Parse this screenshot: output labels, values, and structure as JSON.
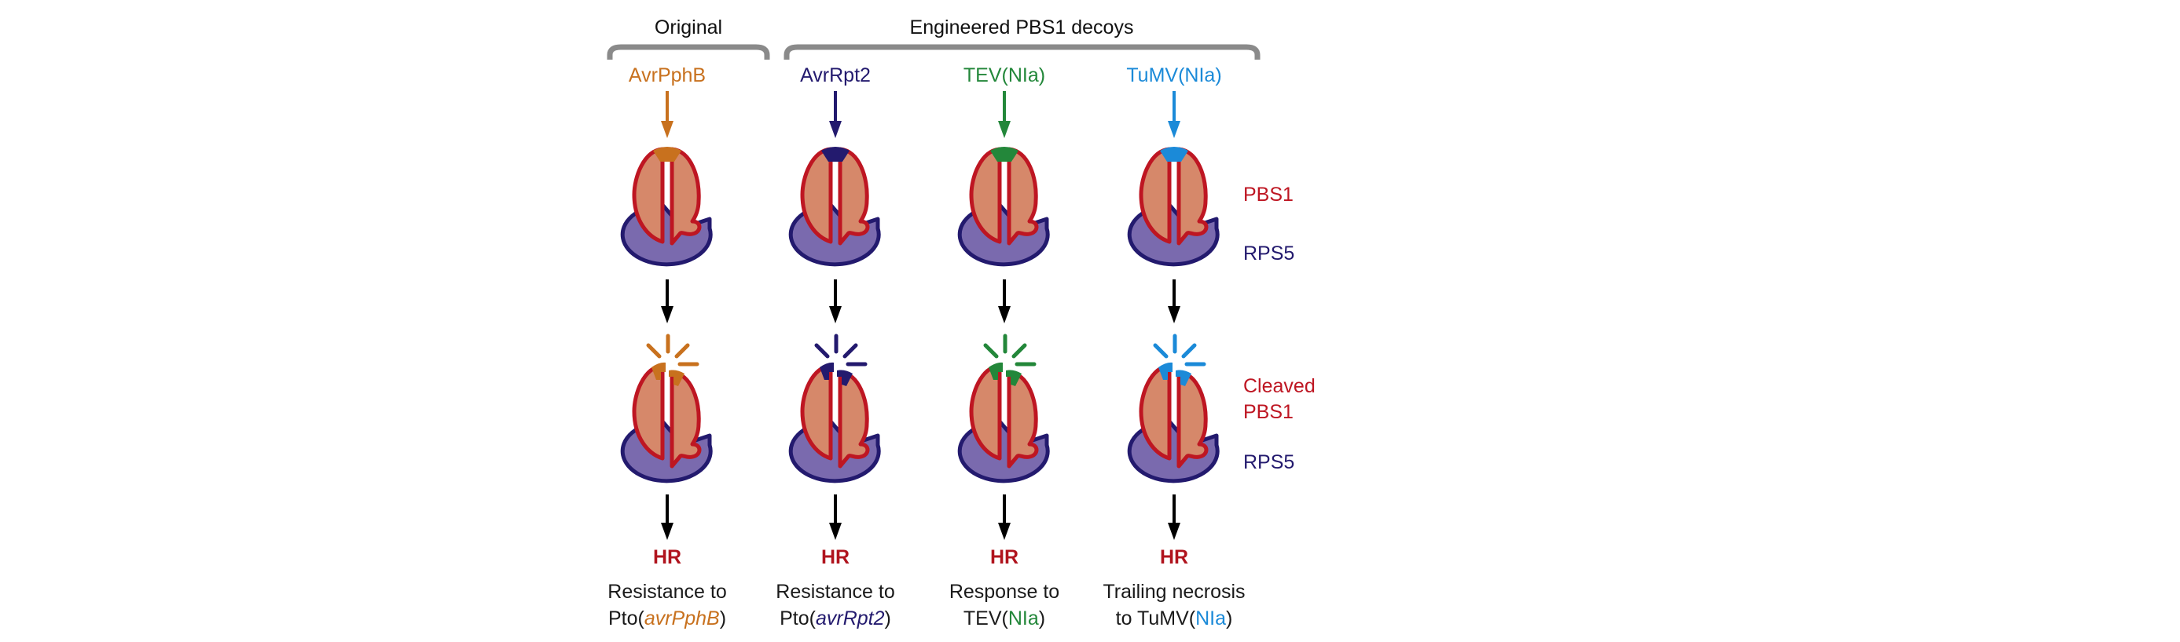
{
  "headers": {
    "original": "Original",
    "engineered": "Engineered PBS1 decoys"
  },
  "colors": {
    "pbs1_fill": "#D6886A",
    "pbs1_outline": "#BE1622",
    "rps5_fill": "#7A6AAE",
    "rps5_outline": "#231A6E",
    "bracket": "#8A8A8A",
    "arrow": "#000000",
    "hr": "#B0141E"
  },
  "side_labels": {
    "pbs1": "PBS1",
    "rps5_top": "RPS5",
    "cleaved_line1": "Cleaved",
    "cleaved_line2": "PBS1",
    "rps5_bottom": "RPS5"
  },
  "columns": [
    {
      "effector": "AvrPphB",
      "color": "#C8711E",
      "hr": "HR",
      "outcome_line1": "Resistance to",
      "outcome_line2_prefix": "Pto(",
      "outcome_line2_highlight": "avrPphB",
      "outcome_line2_suffix": ")",
      "highlight_italic": true
    },
    {
      "effector": "AvrRpt2",
      "color": "#231A6E",
      "hr": "HR",
      "outcome_line1": "Resistance to",
      "outcome_line2_prefix": "Pto(",
      "outcome_line2_highlight": "avrRpt2",
      "outcome_line2_suffix": ")",
      "highlight_italic": true
    },
    {
      "effector": "TEV(NIa)",
      "color": "#23873A",
      "hr": "HR",
      "outcome_line1": "Response to",
      "outcome_line2_prefix": "TEV(",
      "outcome_line2_highlight": "NIa",
      "outcome_line2_suffix": ")",
      "highlight_italic": false
    },
    {
      "effector": "TuMV(NIa)",
      "color": "#1B8AD8",
      "hr": "HR",
      "outcome_line1": "Trailing necrosis",
      "outcome_line2_prefix": "to TuMV(",
      "outcome_line2_highlight": "NIa",
      "outcome_line2_suffix": ")",
      "highlight_italic": false
    }
  ]
}
